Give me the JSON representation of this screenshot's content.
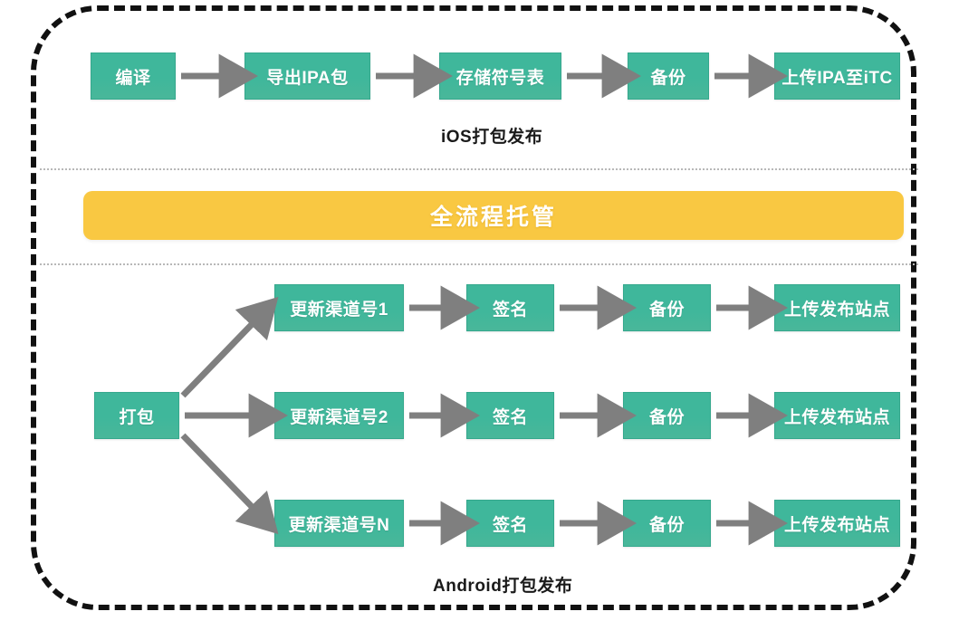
{
  "diagram": {
    "title_ios": "iOS打包发布",
    "title_android": "Android打包发布",
    "banner": {
      "label": "全流程托管",
      "color": "#f9c842",
      "text_color": "#ffffff"
    },
    "colors": {
      "node_fill": "#3fb79b",
      "node_border": "#35a88d",
      "node_text": "#ffffff",
      "arrow": "#7f7f7f",
      "frame_border": "#111111",
      "separator": "#b8b8b8",
      "background": "#ffffff"
    },
    "ios_flow": {
      "nodes": [
        {
          "id": "ios-compile",
          "label": "编译"
        },
        {
          "id": "ios-export-ipa",
          "label": "导出IPA包"
        },
        {
          "id": "ios-store-symbol",
          "label": "存储符号表"
        },
        {
          "id": "ios-backup",
          "label": "备份"
        },
        {
          "id": "ios-upload-itc",
          "label": "上传IPA至iTC"
        }
      ]
    },
    "android_flow": {
      "trigger": {
        "id": "android-package",
        "label": "打包"
      },
      "branches": [
        {
          "channel": "更新渠道号1",
          "sign": "签名",
          "backup": "备份",
          "upload": "上传发布站点"
        },
        {
          "channel": "更新渠道号2",
          "sign": "签名",
          "backup": "备份",
          "upload": "上传发布站点"
        },
        {
          "channel": "更新渠道号N",
          "sign": "签名",
          "backup": "备份",
          "upload": "上传发布站点"
        }
      ]
    }
  }
}
